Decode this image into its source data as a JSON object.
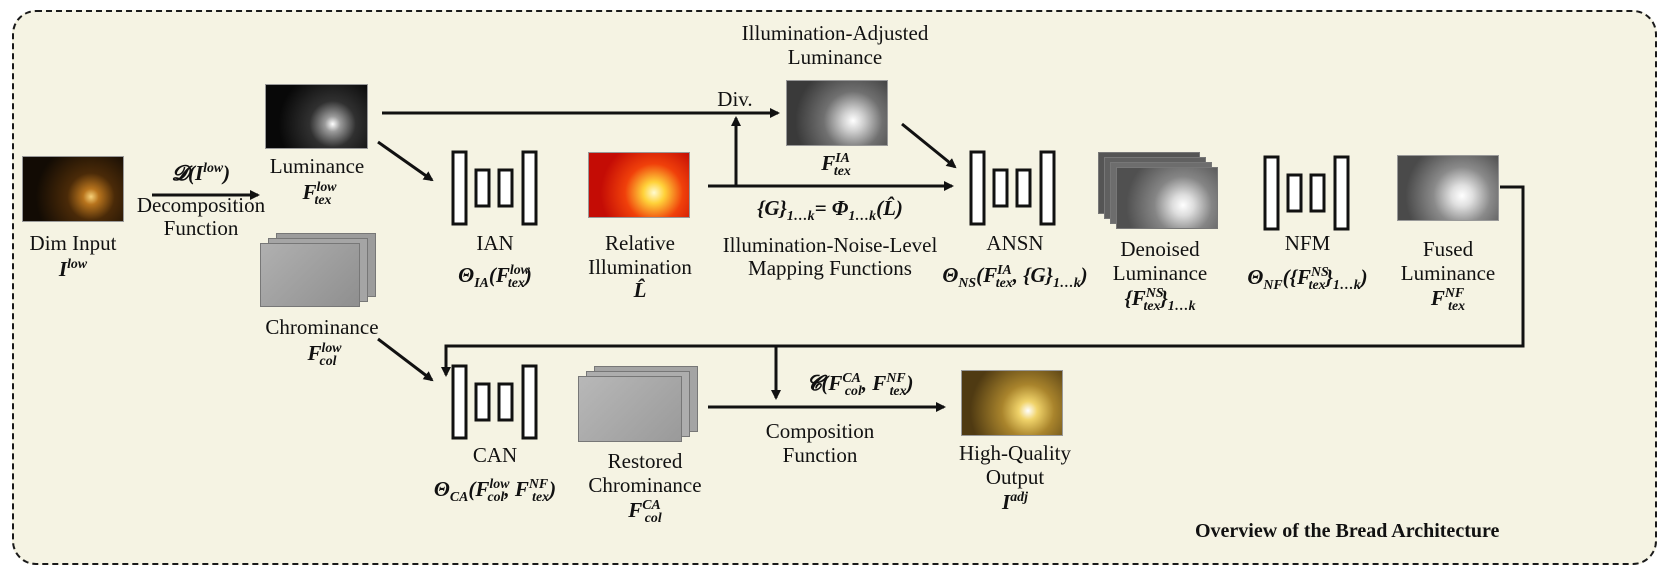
{
  "title": "Overview of the Bread Architecture",
  "nodes": {
    "dim_input": {
      "label": "Dim Input",
      "symbol_base": "I",
      "symbol_sup": "low"
    },
    "decomposition": {
      "expr": "𝓓(I",
      "expr_sup": "low",
      "expr_tail": ")",
      "line1": "Decomposition",
      "line2": "Function"
    },
    "luminance": {
      "label": "Luminance",
      "symbol_base": "F",
      "symbol_sup": "low",
      "symbol_sub": "tex"
    },
    "chrominance": {
      "label": "Chrominance",
      "symbol_base": "F",
      "symbol_sup": "low",
      "symbol_sub": "col"
    },
    "ian": {
      "label": "IAN",
      "theta": "Θ",
      "theta_sub": "IA",
      "arg_open": "(F",
      "arg_sup": "low",
      "arg_sub": "tex",
      "arg_close": ")"
    },
    "relative_illumination": {
      "line1": "Relative",
      "line2": "Illumination",
      "symbol": "L̂"
    },
    "div": {
      "label": "Div."
    },
    "illumination_adjusted": {
      "line1": "Illumination-Adjusted",
      "line2": "Luminance",
      "symbol_base": "F",
      "symbol_sup": "IA",
      "symbol_sub": "tex"
    },
    "mapping": {
      "expr_a": "{G}",
      "expr_a_sub": "1…k",
      "expr_eq": "= Φ",
      "expr_b_sub": "1…k",
      "expr_b_tail": "(L̂)",
      "line1": "Illumination-Noise-Level",
      "line2": "Mapping Functions"
    },
    "ansn": {
      "label": "ANSN",
      "theta": "Θ",
      "theta_sub": "NS",
      "arg_open": "(F",
      "arg_sup": "IA",
      "arg_sub": "tex",
      "arg_mid": ", {G}",
      "arg_mid_sub": "1…k",
      "arg_close": ")"
    },
    "denoised": {
      "line1": "Denoised",
      "line2": "Luminance",
      "symbol_open": "{F",
      "symbol_sup": "NS",
      "symbol_sub": "tex",
      "symbol_close": "}",
      "symbol_close_sub": "1…k"
    },
    "nfm": {
      "label": "NFM",
      "theta": "Θ",
      "theta_sub": "NF",
      "arg_open": "({F",
      "arg_sup": "NS",
      "arg_sub": "tex",
      "arg_close": "}",
      "arg_close_sub": "1…k",
      "arg_end": ")"
    },
    "fused": {
      "line1": "Fused",
      "line2": "Luminance",
      "symbol_base": "F",
      "symbol_sup": "NF",
      "symbol_sub": "tex"
    },
    "can": {
      "label": "CAN",
      "theta": "Θ",
      "theta_sub": "CA",
      "arg_open": "(F",
      "arg_sup": "low",
      "arg_sub": "col",
      "arg_mid": ", F",
      "arg_mid_sup": "NF",
      "arg_mid_sub": "tex",
      "arg_close": ")"
    },
    "restored": {
      "line1": "Restored",
      "line2": "Chrominance",
      "symbol_base": "F",
      "symbol_sup": "CA",
      "symbol_sub": "col"
    },
    "composition": {
      "expr": "𝓒(F",
      "expr_sup": "CA",
      "expr_sub": "col",
      "expr_mid": ", F",
      "expr_mid_sup": "NF",
      "expr_mid_sub": "tex",
      "expr_tail": ")",
      "line1": "Composition",
      "line2": "Function"
    },
    "output": {
      "line1": "High-Quality",
      "line2": "Output",
      "symbol_base": "I",
      "symbol_sup": "adj"
    }
  },
  "colors": {
    "frame_bg": "#f5f3e3",
    "line": "#111111"
  }
}
